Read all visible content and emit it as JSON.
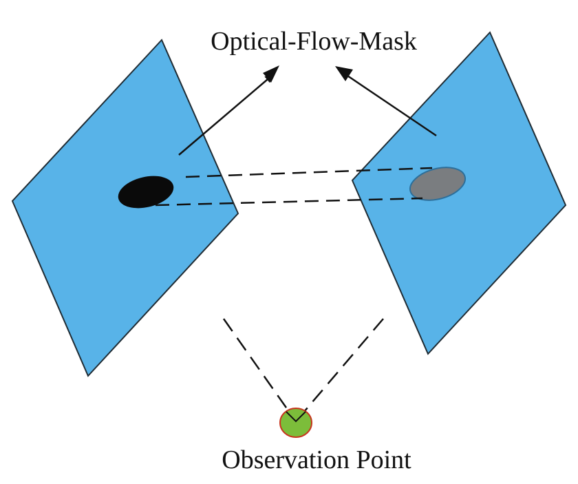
{
  "labels": {
    "top": "Optical-Flow-Mask",
    "bottom": "Observation Point"
  },
  "colors": {
    "plane_fill": "#58b3e8",
    "plane_stroke": "#1f2b33",
    "left_blob": "#0a0a0a",
    "right_blob": "#7a7d80",
    "right_blob_stroke": "#2d6f9a",
    "observer_fill": "#7cbd3a",
    "observer_stroke": "#c8341e",
    "line_color": "#111111"
  },
  "icons": {
    "left_blob": "dark-ellipse",
    "right_blob": "gray-ellipse",
    "observer": "green-dot"
  }
}
